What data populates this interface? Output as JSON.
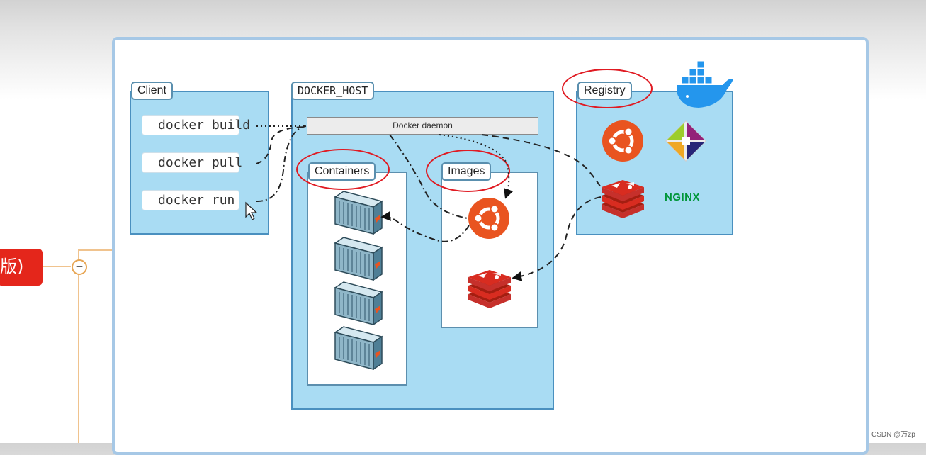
{
  "mindmap": {
    "node_text": "版)",
    "collapse_symbol": "−"
  },
  "diagram": {
    "client": {
      "label": "Client",
      "commands": [
        "docker build",
        "docker pull",
        "docker run"
      ]
    },
    "host": {
      "label": "DOCKER_HOST",
      "daemon": "Docker daemon",
      "containers_label": "Containers",
      "images_label": "Images"
    },
    "registry": {
      "label": "Registry",
      "nginx_text": "NGINX"
    }
  },
  "watermark": "CSDN @万zp",
  "colors": {
    "panel": "#a9dcf3",
    "highlight_ring": "#e01a22",
    "ubuntu": "#e95420",
    "redis": "#d82c20",
    "nginx": "#009639",
    "mindmap_node": "#e4261b"
  }
}
